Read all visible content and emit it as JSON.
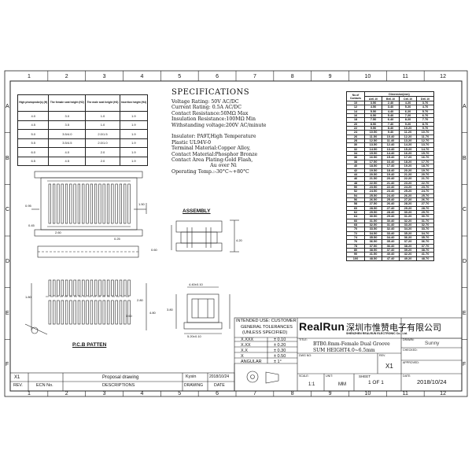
{
  "frame": {
    "columns": [
      "1",
      "2",
      "3",
      "4",
      "5",
      "6",
      "7",
      "8",
      "9",
      "10",
      "11",
      "12"
    ],
    "rows": [
      "A",
      "B",
      "C",
      "D",
      "E",
      "F"
    ]
  },
  "height_table": {
    "headers": [
      "High photoprobe(s)\n(H)",
      "The female seat height\n(H2)",
      "The male seat height\n(H3)",
      "Insertion height\n(H4)"
    ],
    "rows": [
      [
        "4.0",
        "3.0",
        "1.0",
        "1.9"
      ],
      [
        "4.5",
        "3.5",
        "1.0",
        "1.9"
      ],
      [
        "5.0",
        "3.5/4.0",
        "2.0/1.5",
        "1.9"
      ],
      [
        "5.5",
        "3.5/4.5",
        "2.0/1.0",
        "1.9"
      ],
      [
        "6.0",
        "4.0",
        "2.0",
        "1.9"
      ],
      [
        "6.5",
        "4.5",
        "2.0",
        "1.9"
      ]
    ]
  },
  "specifications": {
    "title": "SPECIFICATIONS",
    "lines": [
      "Voltage Rating: 50V AC/DC",
      "Current Rating: 0.5A AC/DC",
      "Contact Resistance:50MΩ Max",
      "Insulation Resistance:100MΩ Min",
      "Withstanding voltage:200V AC/minute",
      "",
      "Insulator: PA9T,High Temperature",
      "Plastic UL94V-0",
      "Terminal Material:Copper Alloy,",
      "Contact Material:Phosphor Bronze",
      "Contact Area Plating:Gold Flash,",
      "                         Au over Ni",
      "Operating Temp.:-30°C~+80°C"
    ]
  },
  "dimension_table": {
    "group_header": "Dimension(mm)",
    "headers": [
      "No.of Contacts",
      "A±0.10",
      "B±0.10",
      "C±0.10",
      "D±0.10"
    ],
    "rows": [
      [
        "10",
        "3.50",
        "2.40",
        "4.20",
        "3.70"
      ],
      [
        "12",
        "4.50",
        "3.40",
        "5.20",
        "4.70"
      ],
      [
        "14",
        "5.50",
        "4.40",
        "6.20",
        "5.70"
      ],
      [
        "16",
        "6.50",
        "5.40",
        "7.20",
        "6.70"
      ],
      [
        "18",
        "7.50",
        "6.40",
        "8.20",
        "7.70"
      ],
      [
        "20",
        "8.50",
        "7.40",
        "9.20",
        "8.70"
      ],
      [
        "22",
        "9.50",
        "8.40",
        "10.20",
        "9.70"
      ],
      [
        "24",
        "10.50",
        "9.40",
        "11.20",
        "10.70"
      ],
      [
        "26",
        "11.50",
        "10.40",
        "12.20",
        "11.70"
      ],
      [
        "28",
        "12.50",
        "11.40",
        "13.20",
        "12.70"
      ],
      [
        "30",
        "13.50",
        "12.40",
        "14.20",
        "13.70"
      ],
      [
        "32",
        "14.50",
        "13.40",
        "15.20",
        "14.70"
      ],
      [
        "34",
        "15.50",
        "14.40",
        "16.20",
        "15.70"
      ],
      [
        "36",
        "16.50",
        "15.40",
        "17.20",
        "16.70"
      ],
      [
        "38",
        "17.50",
        "16.40",
        "18.20",
        "17.70"
      ],
      [
        "40",
        "18.50",
        "17.40",
        "19.20",
        "18.70"
      ],
      [
        "42",
        "19.50",
        "18.40",
        "20.20",
        "19.70"
      ],
      [
        "44",
        "20.50",
        "19.40",
        "21.20",
        "20.70"
      ],
      [
        "46",
        "21.50",
        "20.40",
        "22.20",
        "21.70"
      ],
      [
        "48",
        "22.50",
        "21.40",
        "23.20",
        "22.70"
      ],
      [
        "50",
        "23.50",
        "22.40",
        "24.20",
        "23.70"
      ],
      [
        "52",
        "24.50",
        "23.40",
        "25.20",
        "24.70"
      ],
      [
        "54",
        "25.50",
        "24.40",
        "26.20",
        "25.70"
      ],
      [
        "56",
        "26.50",
        "25.40",
        "27.20",
        "26.70"
      ],
      [
        "58",
        "27.50",
        "26.40",
        "28.20",
        "27.70"
      ],
      [
        "60",
        "28.50",
        "27.40",
        "29.20",
        "28.70"
      ],
      [
        "62",
        "29.50",
        "28.40",
        "30.20",
        "29.70"
      ],
      [
        "64",
        "30.50",
        "29.40",
        "31.20",
        "30.70"
      ],
      [
        "66",
        "31.50",
        "30.40",
        "32.20",
        "31.70"
      ],
      [
        "68",
        "32.50",
        "31.40",
        "33.20",
        "32.70"
      ],
      [
        "70",
        "33.50",
        "32.40",
        "34.20",
        "33.70"
      ],
      [
        "72",
        "34.50",
        "33.40",
        "35.20",
        "34.70"
      ],
      [
        "74",
        "35.50",
        "34.40",
        "36.20",
        "35.70"
      ],
      [
        "76",
        "36.50",
        "35.40",
        "37.20",
        "36.70"
      ],
      [
        "78",
        "37.50",
        "36.40",
        "38.20",
        "37.70"
      ],
      [
        "80",
        "38.50",
        "37.40",
        "39.20",
        "38.70"
      ],
      [
        "90",
        "41.50",
        "40.40",
        "42.20",
        "41.70"
      ],
      [
        "100",
        "48.50",
        "47.40",
        "49.20",
        "48.70"
      ]
    ]
  },
  "drawing": {
    "top_dims": [
      "2.60",
      "0.45",
      "0.95",
      "1.50",
      "0.60",
      "0.25"
    ],
    "pcb_dims": [
      "1.80",
      "2.80",
      "0.60",
      "4.80",
      "1.70",
      "0.60"
    ],
    "side_dims": [
      "4.40±0.10",
      "4.20",
      "5.20±0.10",
      "3.80"
    ],
    "labels": {
      "assembly": "ASSEMBLY",
      "pcb": "P.C.B PATTEN"
    }
  },
  "title_block": {
    "intended_use": "INTENDED USE: CUSTOMER",
    "general_tol": "GENERAL TOLERANCES",
    "unless": "(UNLESS SPECIFIED)",
    "tolerances": [
      [
        "X.XXX",
        "± 0.10"
      ],
      [
        "X.XX",
        "± 0.20"
      ],
      [
        "X.X",
        "± 0.30"
      ],
      [
        "X",
        "± 0.50"
      ],
      [
        "ANGULAR",
        "± 1°"
      ]
    ],
    "company_logo": "RealRun",
    "company_cn": "深圳市惟赞电子有限公司",
    "company_en": "SHENZHEN REALRUN ELECTRONIC Co., Ltd.",
    "title_label": "TITLE:",
    "title_line1": "BTB0.8mm-Female Dual Groove",
    "title_line2": "SUM HEIGHT4.0~6.5mm",
    "drawn_label": "DRAWN:",
    "drawn_value": "Sunny",
    "checked_label": "CHECKED:",
    "dwg_label": "DWG NO:",
    "rev_label": "REV.",
    "rev_value": "X1",
    "approved_label": "APPROVED:",
    "scale_label": "SCALE:",
    "scale_value": "1:1",
    "unit_label": "UNIT:",
    "unit_value": "MM",
    "sheet_label": "SHEET",
    "sheet_value": "1 OF 1",
    "date_label": "DATE:",
    "date_value": "2018/10/24"
  },
  "revision_block": {
    "rev": "X1",
    "description": "Proposal drawing",
    "author": "Kysin",
    "date": "2018/10/24",
    "headers": [
      "REV.",
      "ECN No.",
      "DESCRIPTIONS",
      "DRAWING",
      "DATE"
    ]
  }
}
